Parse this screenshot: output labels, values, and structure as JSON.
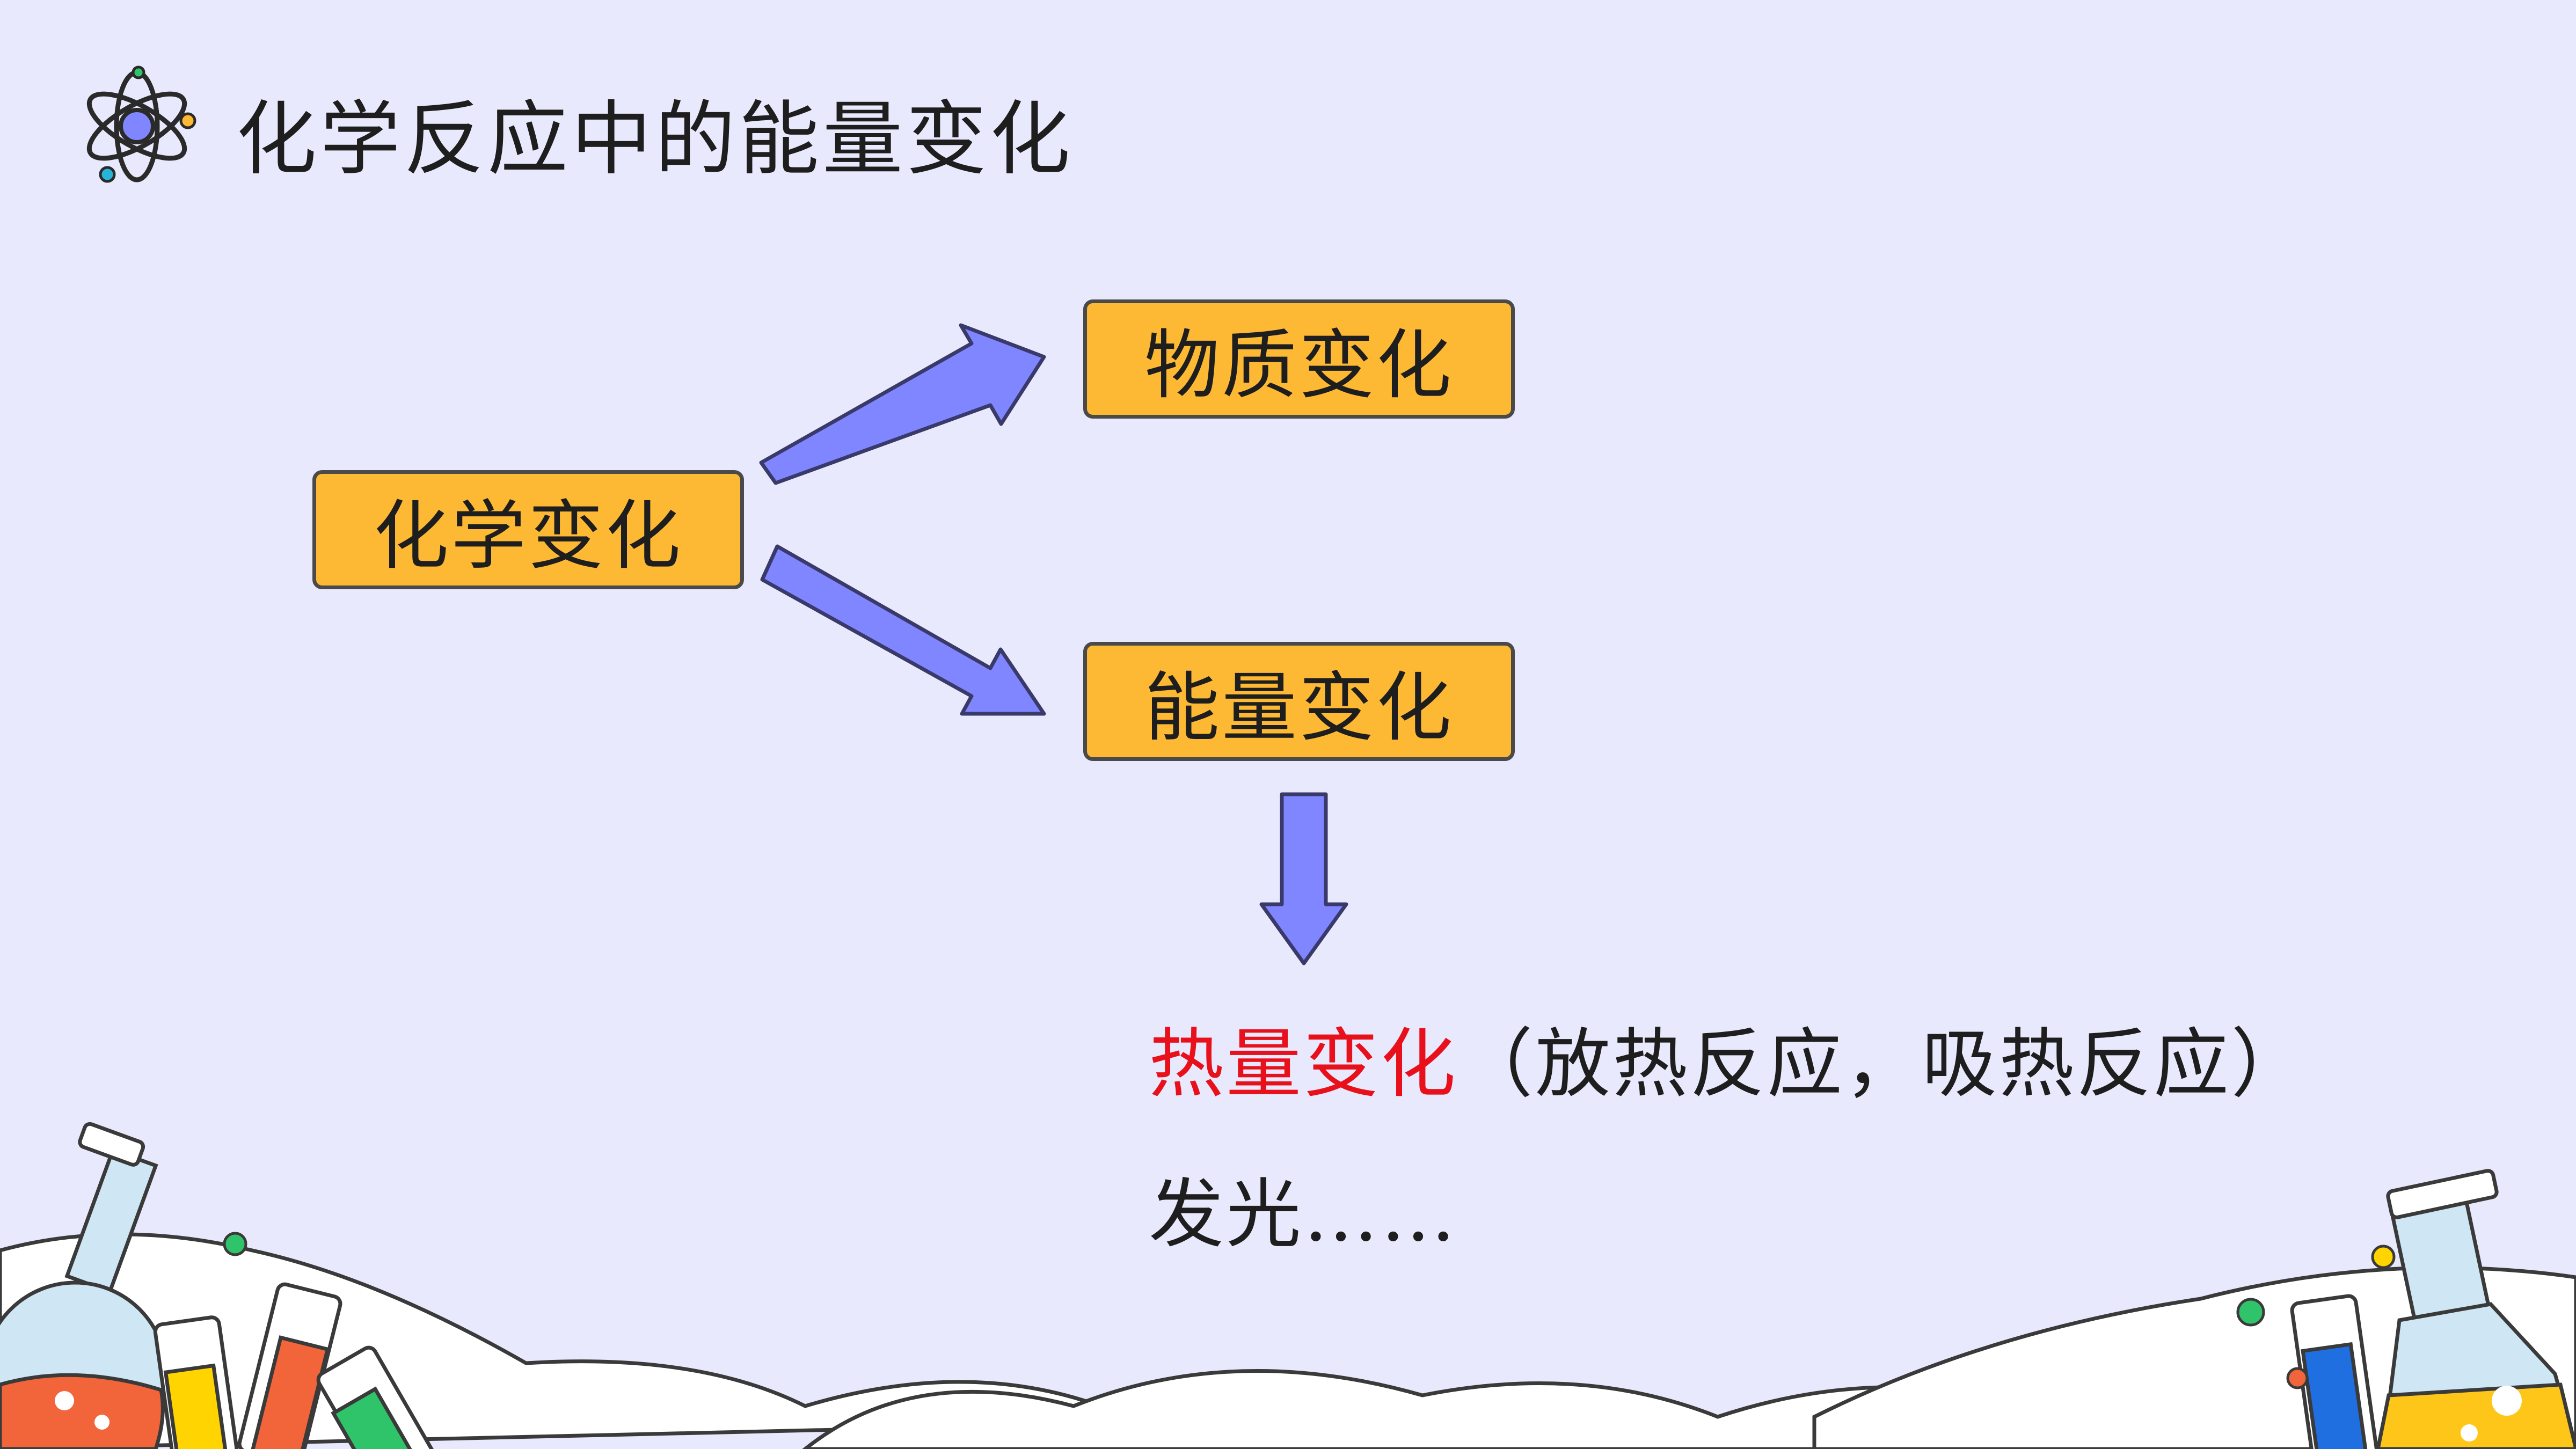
{
  "title": "化学反应中的能量变化",
  "diagram": {
    "source": "化学变化",
    "targets": [
      "物质变化",
      "能量变化"
    ],
    "result_highlight": "热量变化",
    "result_detail": "（放热反应，吸热反应）",
    "result_more": "发光……"
  },
  "colors": {
    "background": "#e9e9fd",
    "box_fill": "#fdb933",
    "arrow_fill": "#7f86ff",
    "highlight": "#e8101a"
  },
  "icons": [
    "atom-icon",
    "flask-icon",
    "test-tube-icon",
    "beaker-icon"
  ]
}
